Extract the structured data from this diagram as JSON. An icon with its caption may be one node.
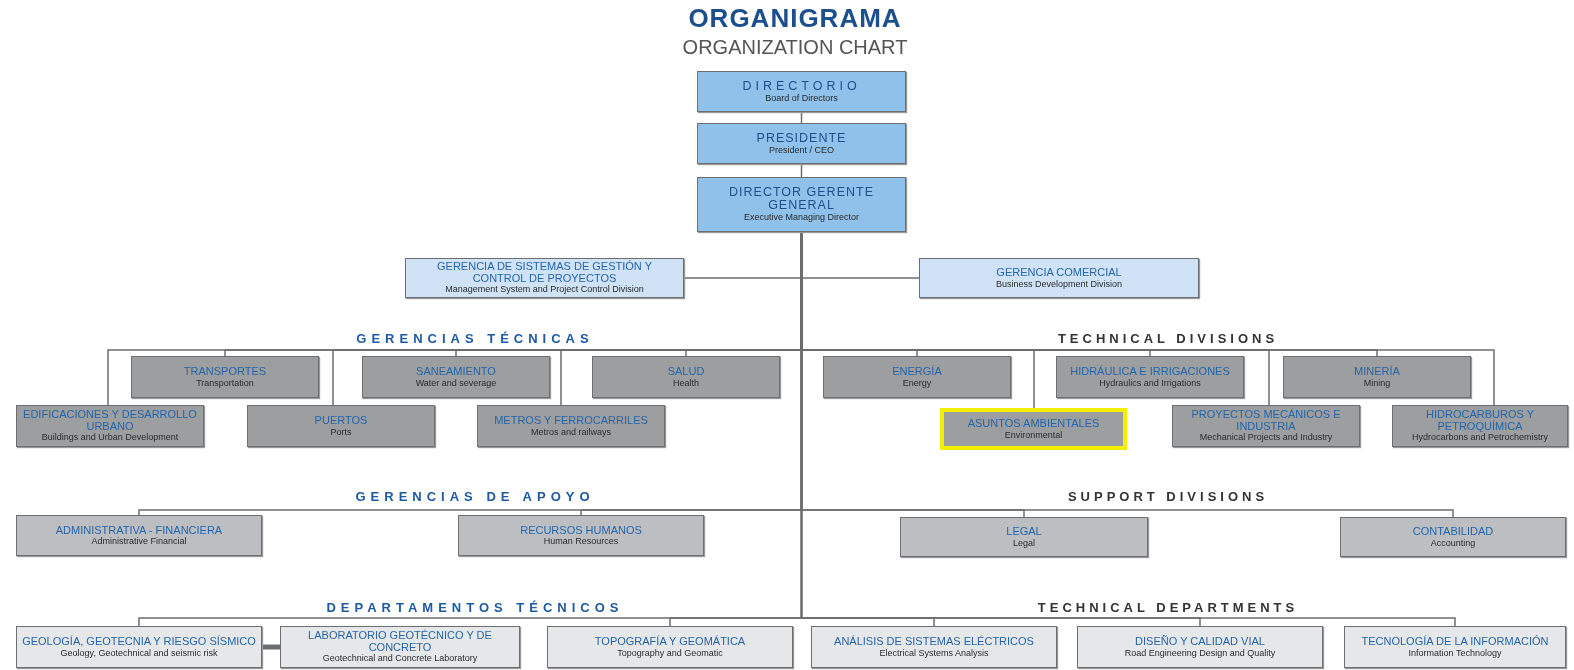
{
  "diagram": {
    "title": "ORGANIGRAMA",
    "nodes": [
      {
        "text": [
          "DIRECTORIO",
          "Board of Directors"
        ]
      },
      {
        "text": [
          "PRESIDENTE",
          "President / CEO"
        ]
      },
      {
        "text": [
          "DIRECTOR GERENTE GENERAL",
          "Executive Managing Director"
        ]
      },
      {
        "text": [
          "GERENCIA DE SISTEMAS DE GESTIÓN Y CONTROL DE PROYECTOS",
          "Management System and Project Control Division"
        ]
      },
      {
        "text": [
          "GERENCIA COMERCIAL",
          "Business Development Division"
        ]
      },
      {
        "text": [
          "TRANSPORTES",
          "Transportation"
        ]
      },
      {
        "text": [
          "SANEAMIENTO",
          "Water and severage"
        ]
      },
      {
        "text": [
          "SALUD",
          "Health"
        ]
      },
      {
        "text": [
          "EDIFICACIONES Y DESARROLLO URBANO",
          "Buildings and Urban Development"
        ]
      },
      {
        "text": [
          "PUERTOS",
          "Ports"
        ]
      },
      {
        "text": [
          "METROS Y FERROCARRILES",
          "Metros and railways"
        ]
      },
      {
        "text": [
          "ENERGÍA",
          "Energy"
        ]
      },
      {
        "text": [
          "HIDRÁULICA E IRRIGACIONES",
          "Hydraulics and Irrigations"
        ]
      },
      {
        "text": [
          "MINERÍA",
          "Mining"
        ]
      },
      {
        "text": [
          "ASUNTOS AMBIENTALES",
          "Environmental"
        ]
      },
      {
        "text": [
          "PROYECTOS MECÁNICOS E INDUSTRIA",
          "Mechanical Projects and Industry"
        ]
      },
      {
        "text": [
          "HIDROCARBUROS Y PETROQUÍMICA",
          "Hydrocarbons and Petrochemistry"
        ]
      },
      {
        "text": [
          "ADMINISTRATIVA - FINANCIERA",
          "Administrative Financial"
        ]
      },
      {
        "text": [
          "RECURSOS HUMANOS",
          "Human Resources"
        ]
      },
      {
        "text": [
          "LEGAL",
          "Legal"
        ]
      },
      {
        "text": [
          "CONTABILIDAD",
          "Accounting"
        ]
      },
      {
        "text": [
          "GEOLOGÍA, GEOTECNIA Y RIESGO SÍSMICO",
          "Geology, Geotechnical and seismic risk"
        ]
      },
      {
        "text": [
          "LABORATORIO GEOTÉCNICO Y DE CONCRETO",
          "Geotechnical and Concrete Laboratory"
        ]
      },
      {
        "text": [
          "TOPOGRAFÍA Y GEOMÁTICA",
          "Topography and Geomatic"
        ]
      },
      {
        "text": [
          "ANÁLISIS DE SISTEMAS ELÉCTRICOS",
          "Electrical Systems Analysis"
        ]
      },
      {
        "text": [
          "DISEÑO Y CALIDAD VIAL",
          "Road Engineering Design and Quality"
        ]
      },
      {
        "text": [
          "TECNOLOGÍA DE LA INFORMACIÓN",
          "Information Technology"
        ]
      }
    ],
    "edges": [
      {
        "from": 0,
        "to": 1,
        "arrow": "none"
      },
      {
        "from": 1,
        "to": 2,
        "arrow": "none"
      },
      {
        "from": 2,
        "to": 3,
        "arrow": "none"
      },
      {
        "from": 2,
        "to": 4,
        "arrow": "none"
      },
      {
        "from": 2,
        "to": 5,
        "arrow": "none"
      },
      {
        "from": 2,
        "to": 6,
        "arrow": "none"
      },
      {
        "from": 2,
        "to": 7,
        "arrow": "none"
      },
      {
        "from": 2,
        "to": 8,
        "arrow": "none"
      },
      {
        "from": 2,
        "to": 9,
        "arrow": "none"
      },
      {
        "from": 2,
        "to": 10,
        "arrow": "none"
      },
      {
        "from": 2,
        "to": 11,
        "arrow": "none"
      },
      {
        "from": 2,
        "to": 12,
        "arrow": "none"
      },
      {
        "from": 2,
        "to": 13,
        "arrow": "none"
      },
      {
        "from": 2,
        "to": 14,
        "arrow": "none"
      },
      {
        "from": 2,
        "to": 15,
        "arrow": "none"
      },
      {
        "from": 2,
        "to": 16,
        "arrow": "none"
      },
      {
        "from": 2,
        "to": 17,
        "arrow": "none"
      },
      {
        "from": 2,
        "to": 18,
        "arrow": "none"
      },
      {
        "from": 2,
        "to": 19,
        "arrow": "none"
      },
      {
        "from": 2,
        "to": 20,
        "arrow": "none"
      },
      {
        "from": 2,
        "to": 21,
        "arrow": "none"
      },
      {
        "from": 2,
        "to": 23,
        "arrow": "none"
      },
      {
        "from": 2,
        "to": 24,
        "arrow": "none"
      },
      {
        "from": 2,
        "to": 25,
        "arrow": "none"
      },
      {
        "from": 2,
        "to": 26,
        "arrow": "none"
      },
      {
        "from": 21,
        "to": 22,
        "arrow": "none",
        "style": "thick"
      }
    ],
    "labels": [
      "ORGANIZATION CHART",
      "GERENCIAS TÉCNICAS",
      "TECHNICAL DIVISIONS",
      "GERENCIAS DE APOYO",
      "SUPPORT DIVISIONS",
      "DEPARTAMENTOS TÉCNICOS",
      "TECHNICAL DEPARTMENTS"
    ]
  }
}
